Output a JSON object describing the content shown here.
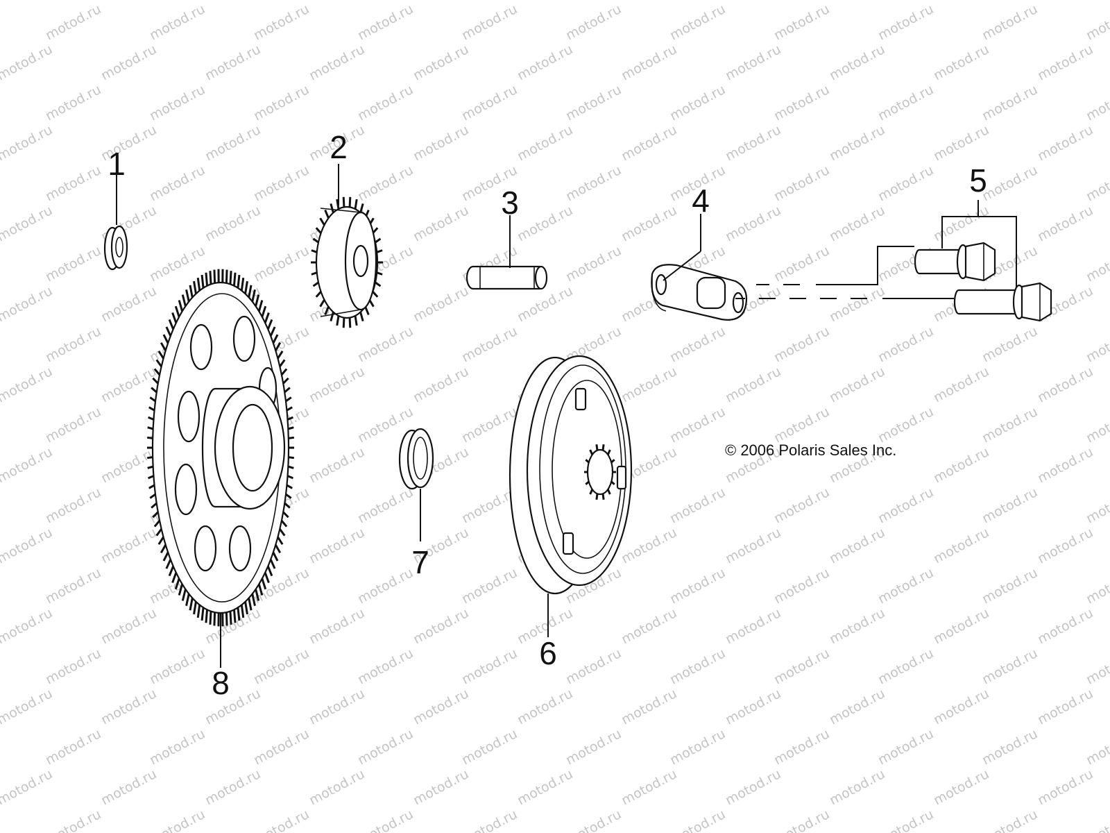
{
  "watermark": {
    "text": "motod.ru"
  },
  "copyright": "© 2006 Polaris Sales Inc.",
  "callouts": {
    "c1": "1",
    "c2": "2",
    "c3": "3",
    "c4": "4",
    "c5": "5",
    "c6": "6",
    "c7": "7",
    "c8": "8"
  },
  "colors": {
    "line": "#111111",
    "watermark": "#c4c4c4",
    "background": "#ffffff"
  }
}
